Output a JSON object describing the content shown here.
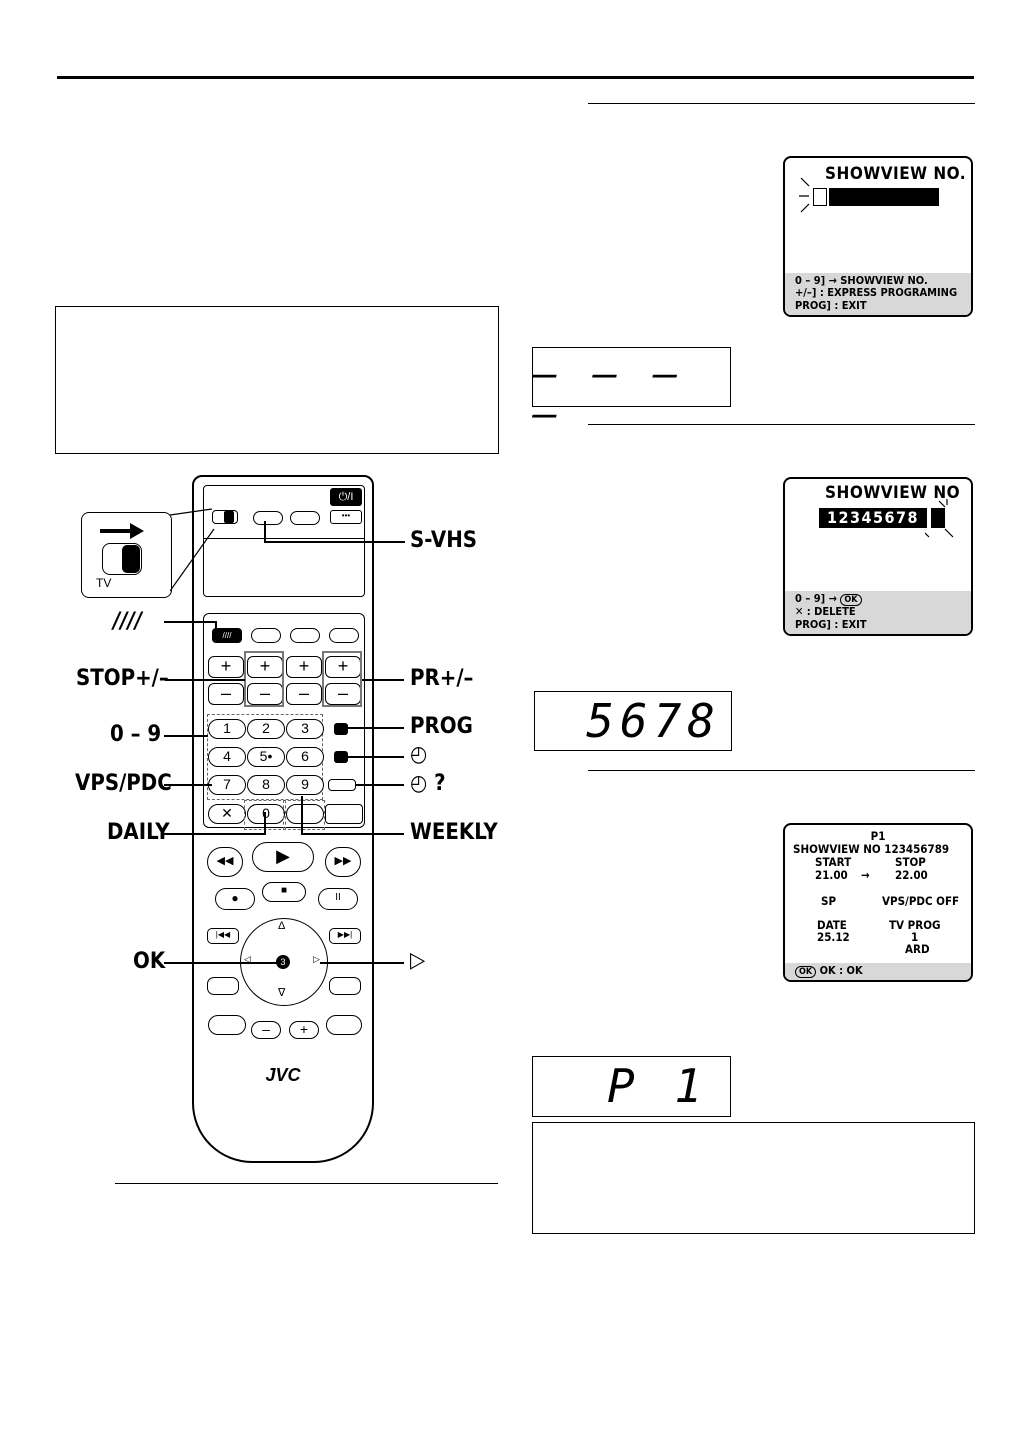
{
  "osd1": {
    "title": "SHOWVIEW NO.",
    "footer": [
      "0 – 9] → SHOWVIEW NO.",
      "+/–] : EXPRESS PROGRAMING",
      "PROG] : EXIT"
    ]
  },
  "display1": "– – – –",
  "osd2": {
    "title": "SHOWVIEW NO",
    "digits": "12345678",
    "footer": [
      "0 – 9] →",
      "✕ : DELETE",
      "PROG] : EXIT"
    ],
    "ok_glyph": "OK"
  },
  "display2": "5678",
  "osd3": {
    "program": "P1",
    "showview_line": "SHOWVIEW NO 123456789",
    "start_label": "START",
    "stop_label": "STOP",
    "start_value": "21.00",
    "arrow": "→",
    "stop_value": "22.00",
    "speed": "SP",
    "vps": "VPS/PDC OFF",
    "date_label": "DATE",
    "tvprog_label": "TV PROG",
    "date_value": "25.12",
    "tvprog_value": "1",
    "station": "ARD",
    "footer": "OK : OK",
    "ok_glyph": "OK"
  },
  "display3": "P 1",
  "callouts": {
    "svhs": "S-VHS",
    "slash": "////",
    "stop": "STOP+/–",
    "pr": "PR+/–",
    "digits": "0 – 9",
    "prog": "PROG",
    "timer": "◴",
    "vps": "VPS/PDC",
    "timer_q": "◴ ?",
    "daily": "DAILY",
    "weekly": "WEEKLY",
    "ok": "OK",
    "right": "▷"
  },
  "remote": {
    "switch_label": "TV",
    "power_icon": "⏻/I",
    "dots": "•••",
    "brand": "JVC",
    "keys": [
      "1",
      "2",
      "3",
      "4",
      "5",
      "6",
      "7",
      "8",
      "9",
      "0"
    ],
    "key5": "5•",
    "cancel": "✕",
    "plus": "+",
    "minus": "–",
    "slash_btn": "////",
    "rec": "●",
    "stop": "■",
    "pause": "II",
    "play": "▶",
    "rew": "◀◀",
    "ff": "▶▶",
    "skipb": "|◀◀",
    "skipf": "▶▶|",
    "up": "Δ",
    "down": "∇",
    "left": "◁",
    "right": "▷",
    "ok_mark": "3"
  }
}
